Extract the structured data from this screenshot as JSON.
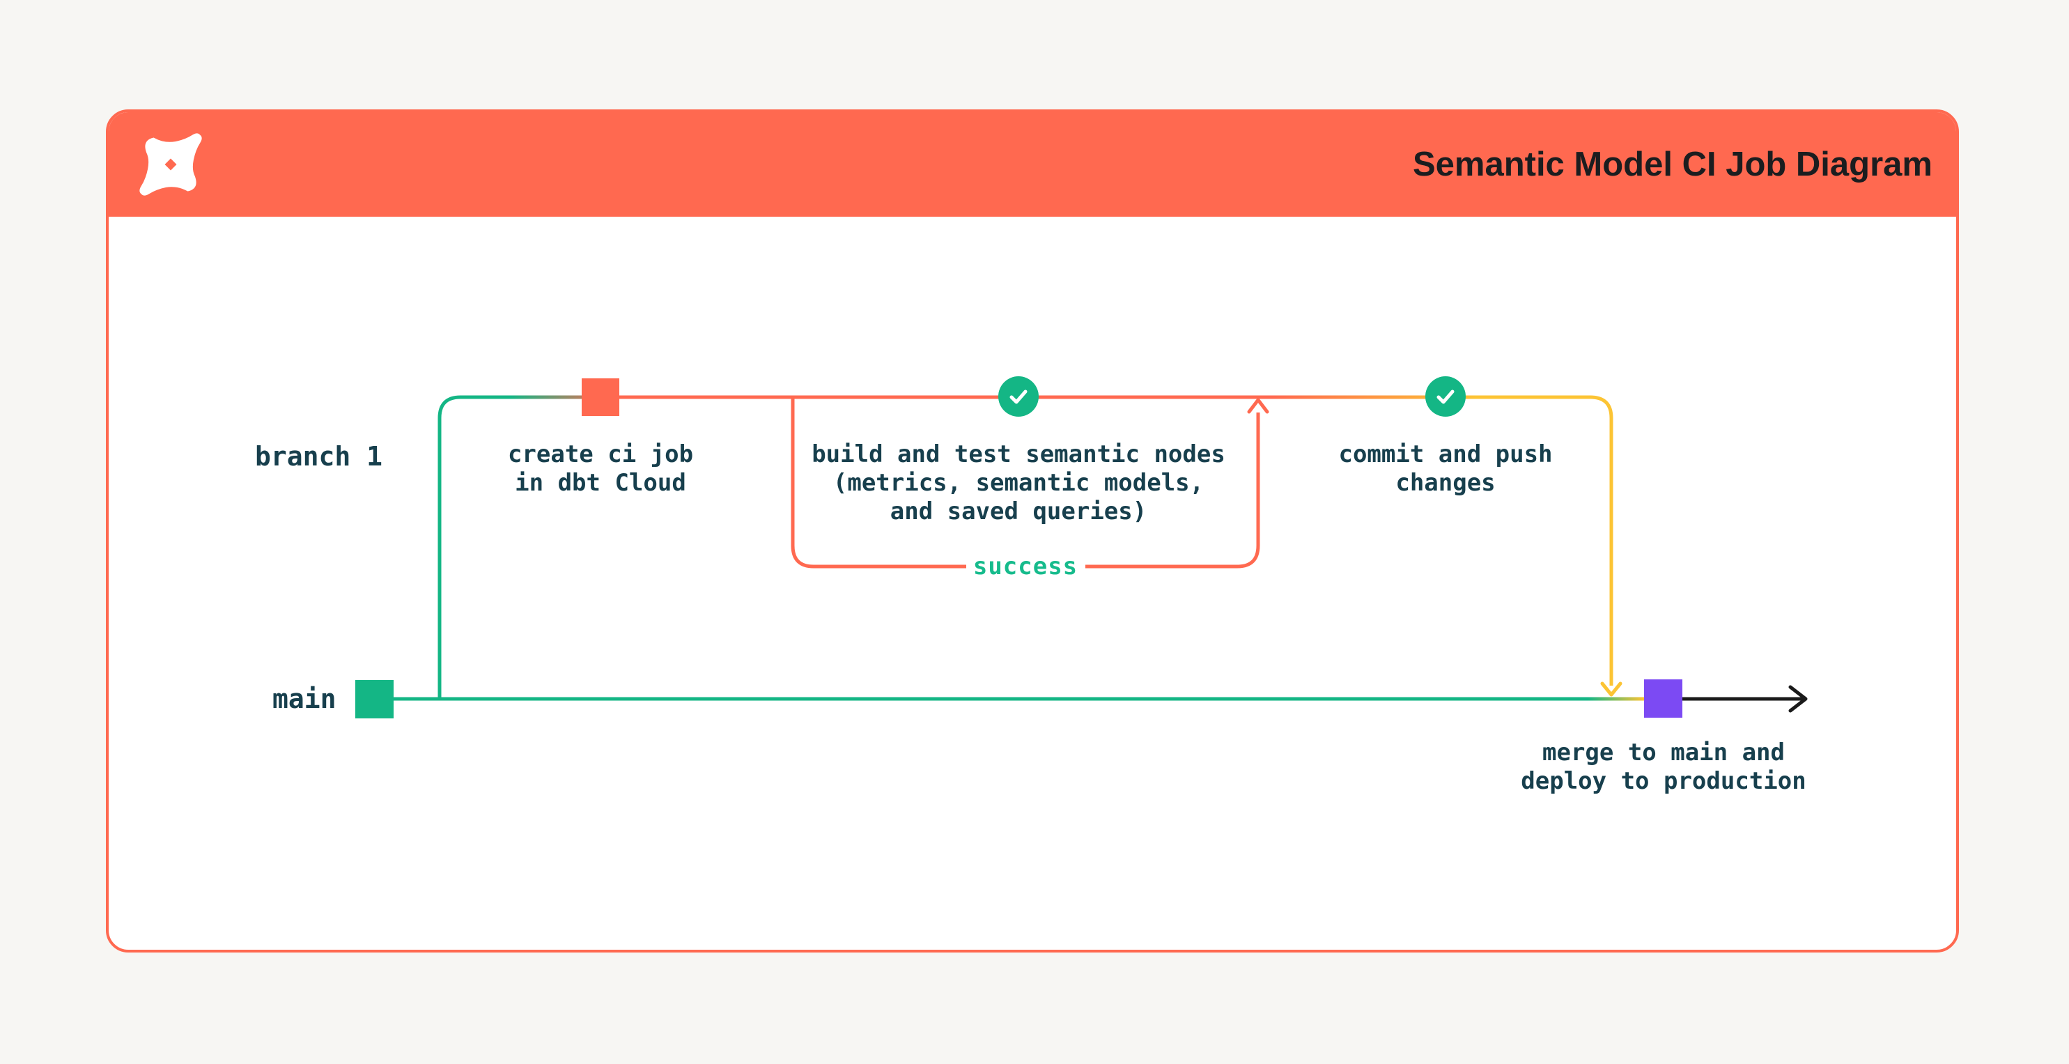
{
  "page": {
    "background_color": "#f7f6f3"
  },
  "header": {
    "title": "Semantic Model CI Job Diagram",
    "background_color": "#ff6950",
    "logo_icon": "dbt-star-logo"
  },
  "diagram": {
    "branch_labels": {
      "branch1": "branch 1",
      "main": "main"
    },
    "nodes": [
      {
        "marker": "orange-commit-square",
        "color": "#ff6950",
        "label": "create ci job\nin dbt Cloud"
      },
      {
        "marker": "check-circle",
        "color": "#14b685",
        "label": "build and test semantic nodes\n(metrics, semantic models,\nand saved queries)"
      },
      {
        "marker": "check-circle",
        "color": "#14b685",
        "label": "commit and push\nchanges"
      },
      {
        "marker": "purple-merge-square",
        "color": "#7c4af3",
        "label": "merge to main and\ndeploy to production"
      }
    ],
    "loop": {
      "label": "success",
      "line_color": "#ff6950",
      "label_color": "#16bb8c"
    },
    "colors": {
      "teal": "#14b685",
      "orange": "#ff6950",
      "yellow": "#fcc434",
      "purple": "#7c4af3",
      "caption_text": "#173f4d",
      "arrow_black": "#1a1a1a"
    }
  }
}
